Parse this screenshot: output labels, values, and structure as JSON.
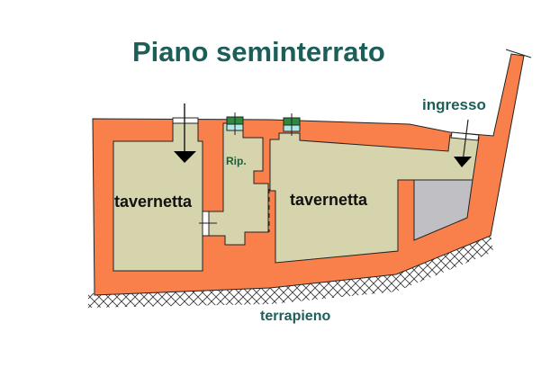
{
  "title": "Piano seminterrato",
  "labels": {
    "room_left": "tavernetta",
    "room_right": "tavernetta",
    "storage": "Rip.",
    "entrance": "ingresso",
    "ground": "terrapieno"
  },
  "colors": {
    "wall": "#f9804a",
    "floor": "#d6d4ac",
    "gray_area": "#c0c0c4",
    "title": "#1c5e58",
    "window_green": "#2e8b3e",
    "window_glass": "#aee8e8"
  }
}
